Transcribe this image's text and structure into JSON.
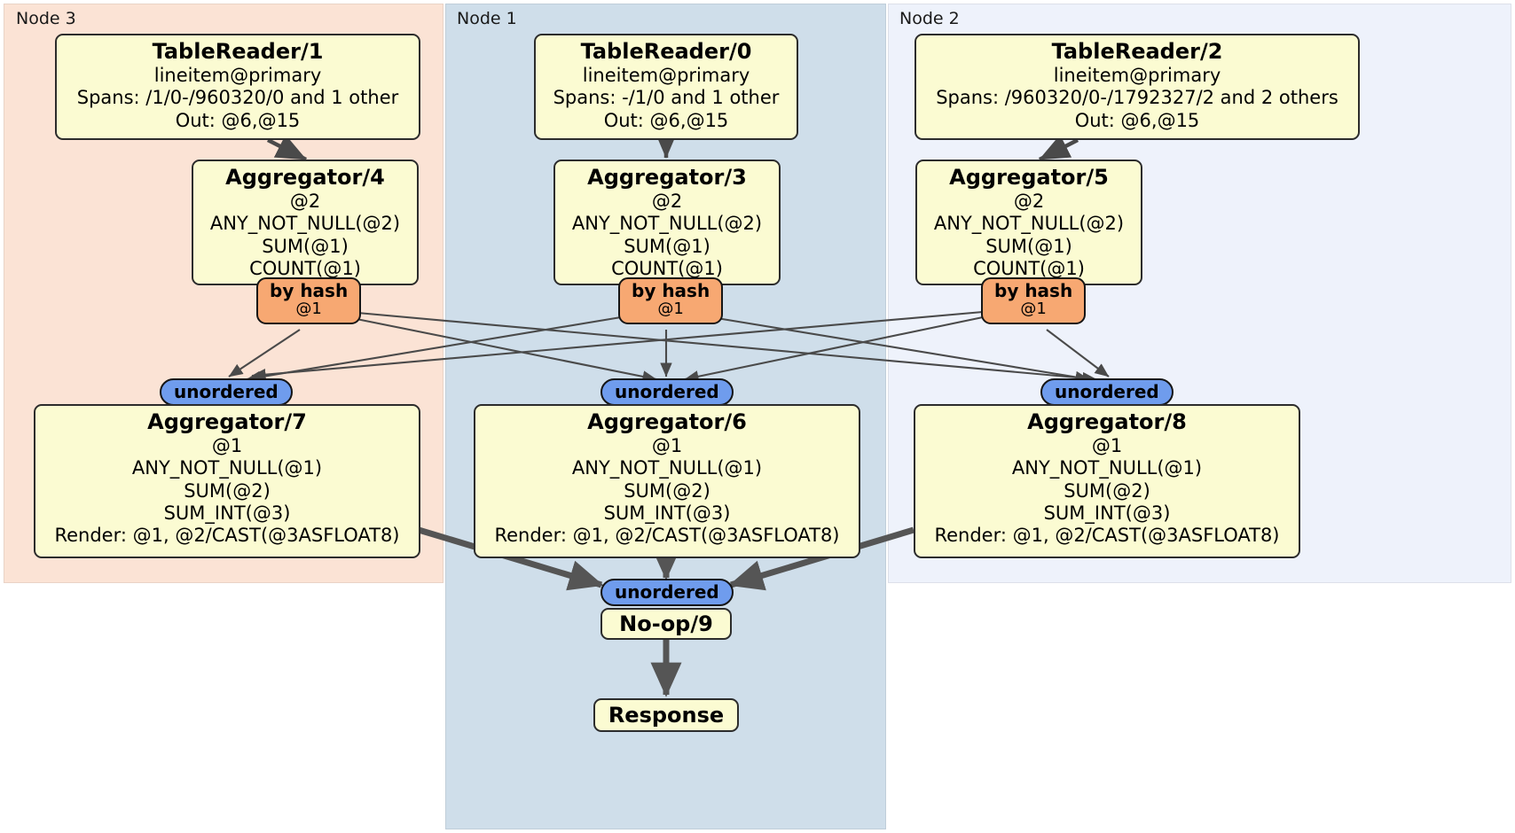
{
  "diagram": {
    "title": "DistSQL distributed query plan",
    "type": "dataflow",
    "colors": {
      "node3_bg": "#fbe3d5",
      "node1_bg": "#cfdeea",
      "node2_bg": "#eef2fb",
      "processor_fill": "#fbfbd2",
      "processor_stroke": "#2c2c2c",
      "hash_badge_fill": "#f7a872",
      "unordered_badge_fill": "#6f9ced",
      "edge_thin": "#4a4a4a",
      "edge_thick": "#555555"
    }
  },
  "nodes": [
    {
      "id": "node3",
      "label": "Node 3"
    },
    {
      "id": "node1",
      "label": "Node 1"
    },
    {
      "id": "node2",
      "label": "Node 2"
    }
  ],
  "processors": {
    "table_reader_1": {
      "title": "TableReader/1",
      "lines": [
        "lineitem@primary",
        "Spans: /1/0-/960320/0 and 1 other",
        "Out: @6,@15"
      ]
    },
    "table_reader_0": {
      "title": "TableReader/0",
      "lines": [
        "lineitem@primary",
        "Spans: -/1/0 and 1 other",
        "Out: @6,@15"
      ]
    },
    "table_reader_2": {
      "title": "TableReader/2",
      "lines": [
        "lineitem@primary",
        "Spans: /960320/0-/1792327/2 and 2 others",
        "Out: @6,@15"
      ]
    },
    "aggregator_4": {
      "title": "Aggregator/4",
      "lines": [
        "@2",
        "ANY_NOT_NULL(@2)",
        "SUM(@1)",
        "COUNT(@1)"
      ]
    },
    "aggregator_3": {
      "title": "Aggregator/3",
      "lines": [
        "@2",
        "ANY_NOT_NULL(@2)",
        "SUM(@1)",
        "COUNT(@1)"
      ]
    },
    "aggregator_5": {
      "title": "Aggregator/5",
      "lines": [
        "@2",
        "ANY_NOT_NULL(@2)",
        "SUM(@1)",
        "COUNT(@1)"
      ]
    },
    "aggregator_7": {
      "title": "Aggregator/7",
      "lines": [
        "@1",
        "ANY_NOT_NULL(@1)",
        "SUM(@2)",
        "SUM_INT(@3)",
        "Render: @1, @2/CAST(@3ASFLOAT8)"
      ]
    },
    "aggregator_6": {
      "title": "Aggregator/6",
      "lines": [
        "@1",
        "ANY_NOT_NULL(@1)",
        "SUM(@2)",
        "SUM_INT(@3)",
        "Render: @1, @2/CAST(@3ASFLOAT8)"
      ]
    },
    "aggregator_8": {
      "title": "Aggregator/8",
      "lines": [
        "@1",
        "ANY_NOT_NULL(@1)",
        "SUM(@2)",
        "SUM_INT(@3)",
        "Render: @1, @2/CAST(@3ASFLOAT8)"
      ]
    },
    "noop_9": {
      "title": "No-op/9",
      "lines": []
    },
    "response": {
      "title": "Response",
      "lines": []
    }
  },
  "badges": {
    "hash_left": {
      "label": "by hash",
      "sublabel": "@1"
    },
    "hash_center": {
      "label": "by hash",
      "sublabel": "@1"
    },
    "hash_right": {
      "label": "by hash",
      "sublabel": "@1"
    },
    "unordered_left": {
      "label": "unordered",
      "sublabel": ""
    },
    "unordered_center": {
      "label": "unordered",
      "sublabel": ""
    },
    "unordered_right": {
      "label": "unordered",
      "sublabel": ""
    },
    "unordered_final": {
      "label": "unordered",
      "sublabel": ""
    }
  }
}
